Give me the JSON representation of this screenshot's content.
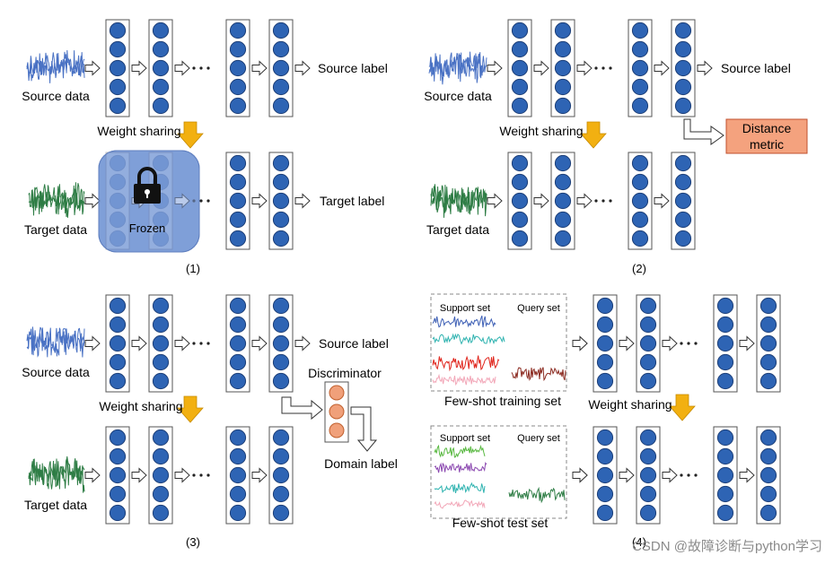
{
  "panel1": {
    "source_data": "Source data",
    "source_label": "Source label",
    "weight_sharing": "Weight sharing",
    "target_data": "Target data",
    "target_label": "Target label",
    "frozen": "Frozen",
    "caption": "(1)"
  },
  "panel2": {
    "source_data": "Source data",
    "source_label": "Source label",
    "weight_sharing": "Weight sharing",
    "target_data": "Target data",
    "distance_metric_line1": "Distance",
    "distance_metric_line2": "metric",
    "caption": "(2)"
  },
  "panel3": {
    "source_data": "Source data",
    "source_label": "Source label",
    "weight_sharing": "Weight sharing",
    "target_data": "Target data",
    "discriminator": "Discriminator",
    "domain_label": "Domain label",
    "caption": "(3)"
  },
  "panel4": {
    "support_set_train": "Support set",
    "query_set_train": "Query set",
    "few_shot_training_set": "Few-shot training set",
    "support_set_test": "Support set",
    "query_set_test": "Query set",
    "few_shot_test_set": "Few-shot test set",
    "weight_sharing": "Weight sharing",
    "caption": "(4)"
  },
  "watermark": "CSDN @故障诊断与python学习",
  "colors": {
    "neuron": "#2e64b4",
    "neuron_stroke": "#1d3f78",
    "source_signal": "#4a72c4",
    "target_signal": "#2e7d45",
    "weight_arrow": "#f2b011",
    "frozen_box": "#7f9fd8",
    "distance_box": "#f4a27e",
    "discriminator_neuron": "#f0a07a"
  }
}
